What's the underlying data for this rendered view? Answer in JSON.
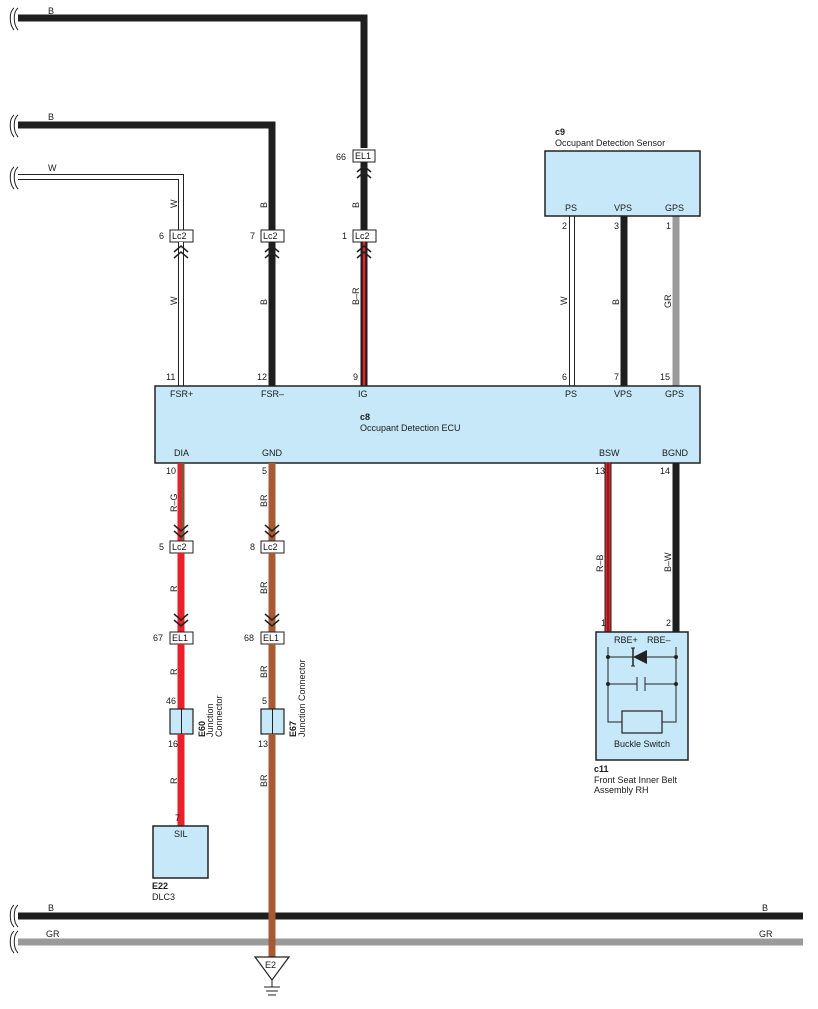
{
  "colors": {
    "black_wire": "#1e1e1e",
    "white_wire_outline": "#222222",
    "red_wire": "#e8202a",
    "brown_wire": "#a85a32",
    "gray_wire": "#9a9a9a",
    "green_stripe": "#1e8a4a",
    "component_fill": "#c6e8f8",
    "component_stroke": "#222222"
  },
  "wires": {
    "top_b1": "B",
    "top_b2": "B",
    "top_w": "W",
    "fsr_plus_upper": "W",
    "fsr_plus_lower": "W",
    "fsr_minus_upper": "B",
    "fsr_minus_lower": "B",
    "ig_upper": "B",
    "ig_lower": "B–R",
    "ps": "W",
    "vps": "B",
    "gps": "GR",
    "dia_upper": "R–G",
    "dia_mid": "R",
    "dia_lower": "R",
    "dia_bottom": "R",
    "gnd_upper": "BR",
    "gnd_mid": "BR",
    "gnd_lower": "BR",
    "gnd_bottom": "BR",
    "bsw": "R–B",
    "bgnd": "B–W",
    "bottom_b_left": "B",
    "bottom_b_right": "B",
    "bottom_gr_left": "GR",
    "bottom_gr_right": "GR"
  },
  "connectors": {
    "lc2": "Lc2",
    "el1": "EL1"
  },
  "pins": {
    "lc2_fsr_plus": "6",
    "lc2_fsr_minus": "7",
    "lc2_ig": "1",
    "el1_ig": "66",
    "ecu_fsr_plus": "11",
    "ecu_fsr_minus": "12",
    "ecu_ig": "9",
    "ecu_ps": "6",
    "ecu_vps": "7",
    "ecu_gps": "15",
    "ecu_dia": "10",
    "ecu_gnd": "5",
    "ecu_bsw": "13",
    "ecu_bgnd": "14",
    "sensor_ps": "2",
    "sensor_vps": "3",
    "sensor_gps": "1",
    "lc2_dia": "5",
    "lc2_gnd": "8",
    "el1_dia": "67",
    "el1_gnd": "68",
    "e60_top": "46",
    "e60_bottom": "16",
    "e67_top": "5",
    "e67_bottom": "13",
    "dlc3_sil": "7",
    "buckle_1": "1",
    "buckle_2": "2"
  },
  "components": {
    "sensor": {
      "code": "c9",
      "name": "Occupant Detection Sensor",
      "pins": [
        "PS",
        "VPS",
        "GPS"
      ]
    },
    "ecu": {
      "code": "c8",
      "name": "Occupant Detection ECU",
      "top_pins": [
        "FSR+",
        "FSR–",
        "IG",
        "PS",
        "VPS",
        "GPS"
      ],
      "bottom_pins": [
        "DIA",
        "GND",
        "BSW",
        "BGND"
      ]
    },
    "e60": {
      "code": "E60",
      "name_line1": "Junction",
      "name_line2": "Connector"
    },
    "e67": {
      "code": "E67",
      "name": "Junction Connector"
    },
    "dlc3": {
      "code": "E22",
      "name": "DLC3",
      "pin": "SIL"
    },
    "buckle": {
      "code": "c11",
      "name_line1": "Front Seat Inner Belt",
      "name_line2": "Assembly RH",
      "pin_plus": "RBE+",
      "pin_minus": "RBE–",
      "switch_label": "Buckle Switch"
    },
    "ground": {
      "code": "E2"
    }
  }
}
